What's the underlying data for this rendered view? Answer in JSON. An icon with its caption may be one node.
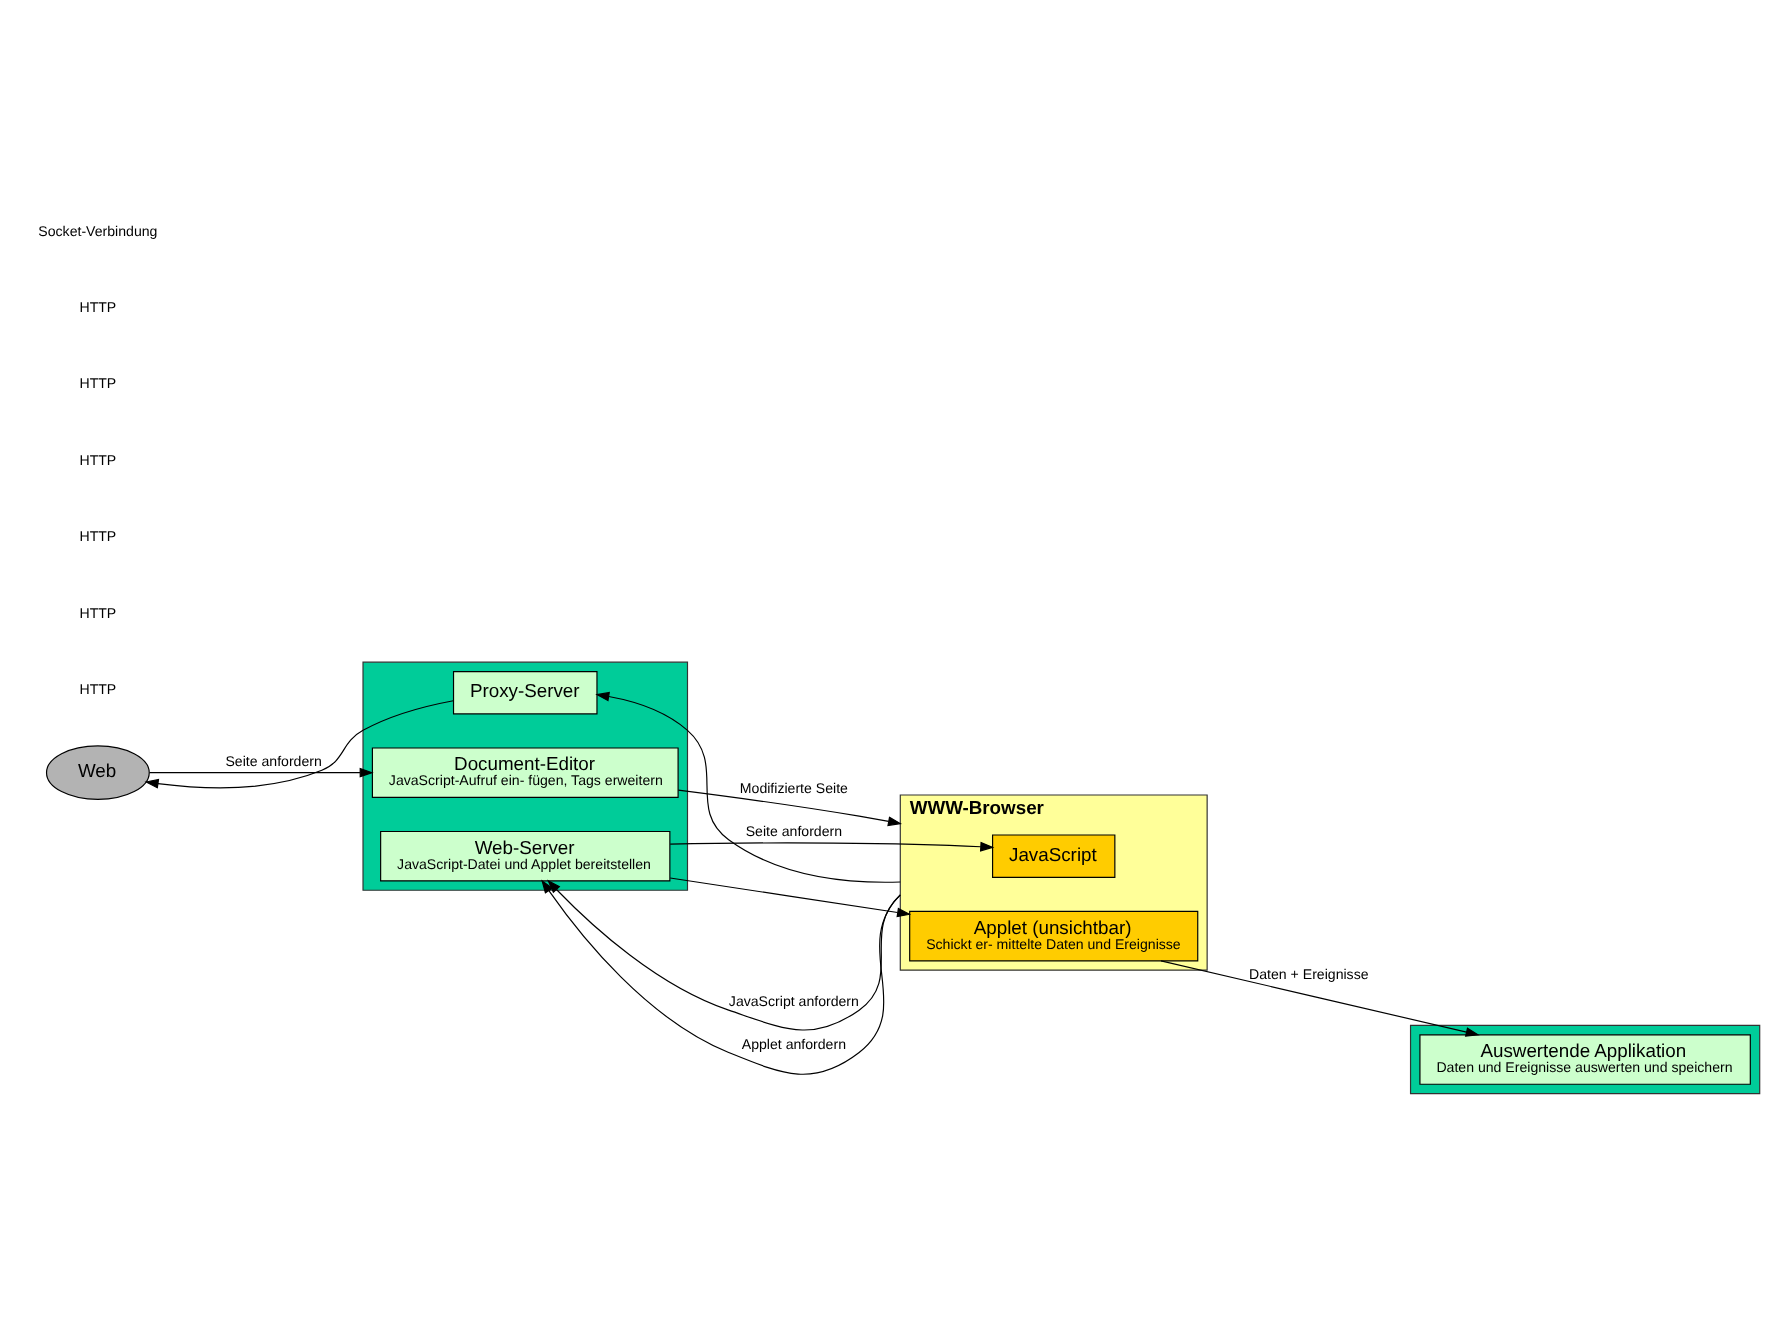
{
  "diagram": {
    "nodes": [
      {
        "text": [
          "Web"
        ]
      },
      {
        "text": [],
        "shape": "box"
      },
      {
        "text": [
          "Proxy-Server"
        ],
        "in": 1
      },
      {
        "text": [
          "Document-Editor",
          "JavaScript-Aufruf ein- fügen, Tags erweitern"
        ],
        "in": 1
      },
      {
        "text": [
          "Web-Server",
          "JavaScript-Datei und Applet bereitstellen"
        ],
        "in": 1
      },
      {
        "text": [
          "WWW-Browser"
        ]
      },
      {
        "text": [
          "JavaScript"
        ],
        "in": 5
      },
      {
        "text": [
          "Applet (unsichtbar)",
          "Schickt er- mittelte Daten und Ereignisse"
        ],
        "in": 5
      },
      {
        "text": [],
        "shape": "box"
      },
      {
        "text": [
          "Auswertende Applikation",
          "Daten und Ereignisse auswerten und speichern"
        ],
        "in": 8
      }
    ],
    "edges": [
      {
        "from": 2,
        "to": 0,
        "arrow": "to",
        "label": "Seite anfordern"
      },
      {
        "from": 0,
        "to": 3,
        "arrow": "to"
      },
      {
        "from": 5,
        "to": 2,
        "arrow": "to",
        "label": "Seite anfordern"
      },
      {
        "from": 3,
        "to": 5,
        "arrow": "to",
        "label": "Modifizierte Seite"
      },
      {
        "from": 5,
        "to": 4,
        "arrow": "to",
        "label": "JavaScript anfordern"
      },
      {
        "from": 4,
        "to": 6,
        "arrow": "to"
      },
      {
        "from": 5,
        "to": 4,
        "arrow": "to",
        "label": "Applet anfordern"
      },
      {
        "from": 4,
        "to": 7,
        "arrow": "to"
      },
      {
        "from": 7,
        "to": 9,
        "arrow": "to",
        "label": "Daten + Ereignisse"
      }
    ],
    "labels": [
      "HTTP",
      "HTTP",
      "HTTP",
      "HTTP",
      "HTTP",
      "HTTP",
      "Socket-Verbindung"
    ]
  }
}
